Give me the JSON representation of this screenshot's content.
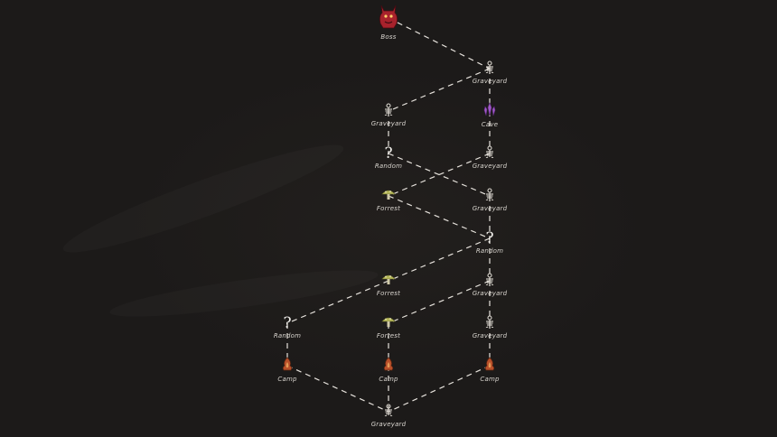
{
  "map": {
    "nodes": [
      {
        "id": "boss",
        "type": "boss",
        "label": "Boss",
        "icon": "boss-demon-icon"
      },
      {
        "id": "g1",
        "type": "graveyard",
        "label": "Graveyard",
        "icon": "skeleton-icon"
      },
      {
        "id": "g2",
        "type": "graveyard",
        "label": "Graveyard",
        "icon": "skeleton-icon"
      },
      {
        "id": "cave",
        "type": "cave",
        "label": "Cave",
        "icon": "crystal-icon"
      },
      {
        "id": "r1",
        "type": "random",
        "label": "Random",
        "icon": "question-mark-icon"
      },
      {
        "id": "g3",
        "type": "graveyard",
        "label": "Graveyard",
        "icon": "skeleton-icon"
      },
      {
        "id": "f1",
        "type": "forrest",
        "label": "Forrest",
        "icon": "mushroom-icon"
      },
      {
        "id": "g4",
        "type": "graveyard",
        "label": "Graveyard",
        "icon": "skeleton-icon"
      },
      {
        "id": "r2",
        "type": "random",
        "label": "Random",
        "icon": "question-mark-icon"
      },
      {
        "id": "f2",
        "type": "forrest",
        "label": "Forrest",
        "icon": "mushroom-icon"
      },
      {
        "id": "g5",
        "type": "graveyard",
        "label": "Graveyard",
        "icon": "skeleton-icon"
      },
      {
        "id": "r3",
        "type": "random",
        "label": "Random",
        "icon": "question-mark-icon"
      },
      {
        "id": "f3",
        "type": "forrest",
        "label": "Forrest",
        "icon": "mushroom-icon"
      },
      {
        "id": "g6",
        "type": "graveyard",
        "label": "Graveyard",
        "icon": "skeleton-icon"
      },
      {
        "id": "c1",
        "type": "camp",
        "label": "Camp",
        "icon": "campfire-icon"
      },
      {
        "id": "c2",
        "type": "camp",
        "label": "Camp",
        "icon": "campfire-icon"
      },
      {
        "id": "c3",
        "type": "camp",
        "label": "Camp",
        "icon": "campfire-icon"
      },
      {
        "id": "start",
        "type": "graveyard",
        "label": "Graveyard",
        "icon": "skeleton-icon"
      }
    ],
    "edges": [
      [
        "boss",
        "g1"
      ],
      [
        "g1",
        "g2"
      ],
      [
        "g1",
        "cave"
      ],
      [
        "g2",
        "r1"
      ],
      [
        "cave",
        "g3"
      ],
      [
        "r1",
        "g4"
      ],
      [
        "g3",
        "f1"
      ],
      [
        "g4",
        "r2"
      ],
      [
        "f1",
        "r2"
      ],
      [
        "r2",
        "f2"
      ],
      [
        "r2",
        "g5"
      ],
      [
        "f2",
        "r3"
      ],
      [
        "g5",
        "f3"
      ],
      [
        "g5",
        "g6"
      ],
      [
        "r3",
        "c1"
      ],
      [
        "f3",
        "c2"
      ],
      [
        "g6",
        "c3"
      ],
      [
        "c1",
        "start"
      ],
      [
        "c2",
        "start"
      ],
      [
        "c3",
        "start"
      ]
    ],
    "colors": {
      "background": "#1c1a19",
      "path": "#e6e2dc",
      "label": "#d8d4ce",
      "boss": "#a8222c",
      "cave": "#a05ac8",
      "forrest": "#b6b85a",
      "camp": "#b8502a",
      "skeleton": "#dcd8d0"
    }
  }
}
